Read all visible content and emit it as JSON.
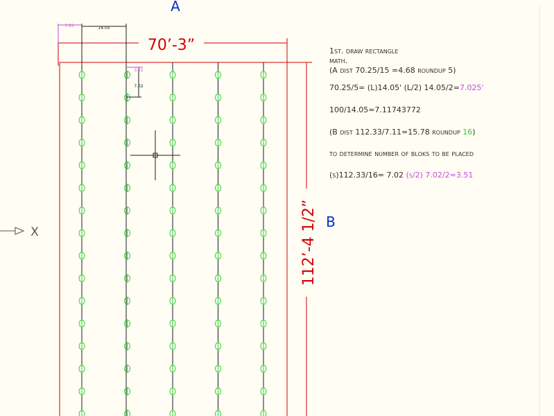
{
  "labels": {
    "a": "A",
    "b": "B",
    "axis_x": "X",
    "dim_width": "70’-3”",
    "dim_height": "112’-4 1/2”",
    "small_dim_top": "14.05",
    "small_dim_left": "7.03",
    "small_dim_a": "3.51",
    "small_dim_b": "7.02"
  },
  "notes": {
    "l1": "1st. draw rectangle",
    "l2": "math.",
    "l3": "(A dist 70.25/15 =4.68 roundup 5)",
    "l4a": "70.25/5= (L)14.05'  (L/2) 14.05/2=",
    "l4b": "7.025'",
    "l5": "100/14.05=7.11743772",
    "l6a": "(B dist   112.33/7.11=15.78 roundup ",
    "l6b": "16",
    "l6c": ")",
    "l7": "to determine number of bloks to be placed",
    "l8a": "(s)112.33/16= 7.02  ",
    "l8b": "(s/2) 7.02/2=3.51"
  },
  "colors": {
    "background": "#fffdf4",
    "dimension": "#d10000",
    "block": "#2fcf2f",
    "line": "#1a1a1a",
    "annotation": "#c24bd6",
    "label": "#0033cc"
  },
  "grid": {
    "columns": 5,
    "rows": 16,
    "block_icon": "circle-with-vertical-bar"
  }
}
